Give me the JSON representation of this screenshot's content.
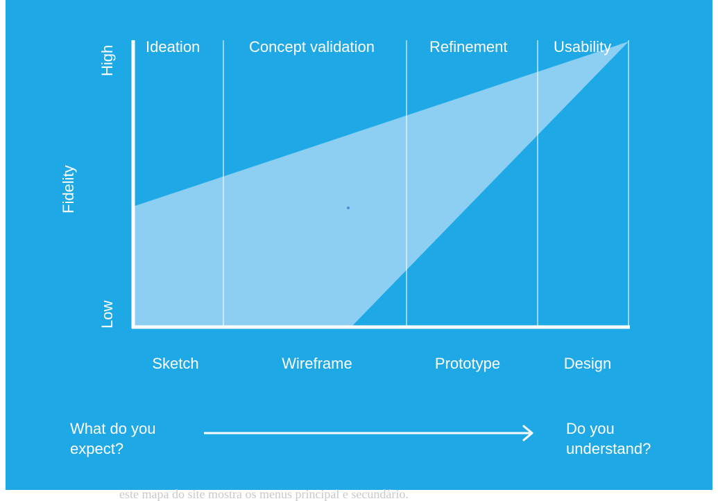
{
  "background_color": "#1EA9E6",
  "band_color": "#8DCFF3",
  "line_color": "#FFFFFF",
  "axis": {
    "y_label": "Fidelity",
    "high_label": "High",
    "low_label": "Low"
  },
  "phases": [
    "Ideation",
    "Concept validation",
    "Refinement",
    "Usability"
  ],
  "deliverables": [
    "Sketch",
    "Wireframe",
    "Prototype",
    "Design"
  ],
  "flow": {
    "start_line1": "What do you",
    "start_line2": "expect?",
    "end_line1": "Do you",
    "end_line2": "understand?"
  },
  "caption": "este mapa do site mostra os menus principal e secundário."
}
